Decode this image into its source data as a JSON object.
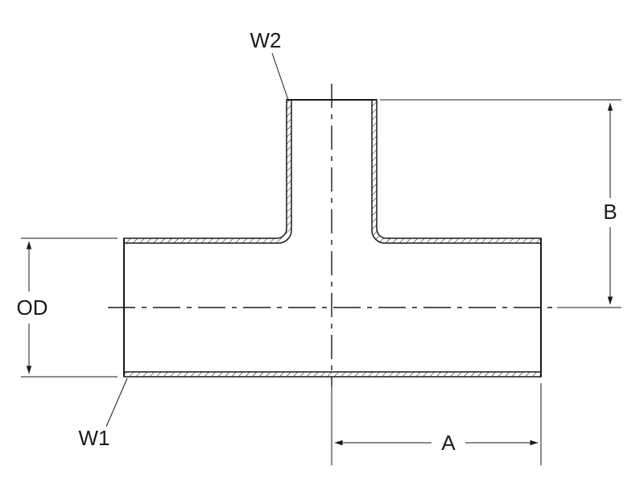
{
  "labels": {
    "w1": "W1",
    "w2": "W2",
    "od": "OD",
    "a": "A",
    "b": "B"
  },
  "colors": {
    "line": "#1a1a1a",
    "background": "#ffffff"
  }
}
